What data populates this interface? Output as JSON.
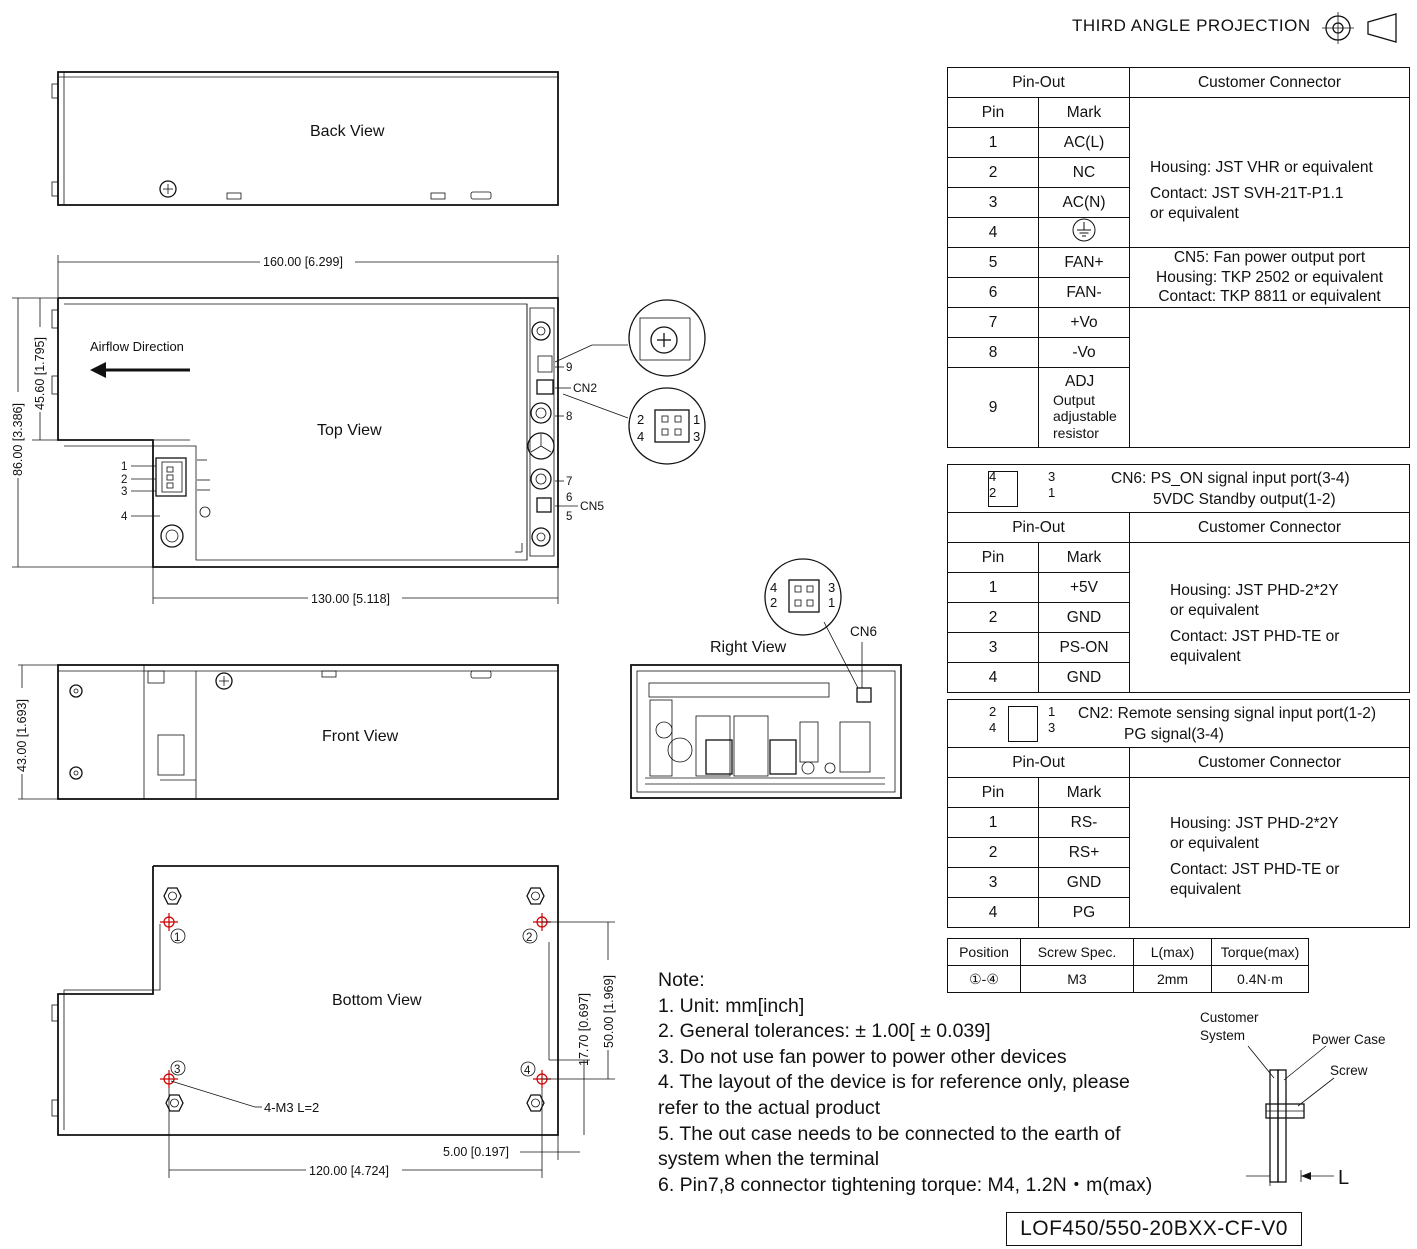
{
  "header": {
    "projection": "THIRD ANGLE PROJECTION"
  },
  "views": {
    "back": "Back View",
    "top": "Top View",
    "front": "Front View",
    "bottom": "Bottom View",
    "right": "Right View",
    "airflow": "Airflow Direction"
  },
  "dimensions": {
    "w160": "160.00 [6.299]",
    "w130": "130.00 [5.118]",
    "h86": "86.00 [3.386]",
    "h45": "45.60 [1.795]",
    "h43": "43.00 [1.693]",
    "w120": "120.00 [4.724]",
    "w5": "5.00 [0.197]",
    "h17": "17.70 [0.697]",
    "h50": "50.00 [1.969]",
    "screw": "4-M3  L=2"
  },
  "callouts": {
    "cn2": "CN2",
    "cn5": "CN5",
    "cn6": "CN6",
    "p9": "9",
    "p8": "8",
    "p7": "7",
    "p6": "6",
    "p5": "5",
    "t1": "1",
    "t2": "2",
    "t3": "3",
    "t4": "4",
    "c1": "1",
    "c2": "2",
    "c3": "3",
    "c4": "4",
    "m1": "1",
    "m2": "2",
    "m3": "3",
    "m4": "4",
    "z1": "2",
    "z2": "1",
    "z3": "4",
    "z4": "3",
    "r1": "4",
    "r2": "3",
    "r3": "2",
    "r4": "1",
    "ln_label": "L"
  },
  "table_main": {
    "h_pinout": "Pin-Out",
    "h_cust": "Customer Connector",
    "h_pin": "Pin",
    "h_mark": "Mark",
    "rows": [
      {
        "pin": "1",
        "mark": "AC(L)"
      },
      {
        "pin": "2",
        "mark": "NC"
      },
      {
        "pin": "3",
        "mark": "AC(N)"
      },
      {
        "pin": "4",
        "mark": "earth-ground-icon"
      },
      {
        "pin": "5",
        "mark": "FAN+"
      },
      {
        "pin": "6",
        "mark": "FAN-"
      },
      {
        "pin": "7",
        "mark": "+Vo"
      },
      {
        "pin": "8",
        "mark": "-Vo"
      },
      {
        "pin": "9",
        "mark": "ADJ"
      }
    ],
    "adj_desc1": "Output",
    "adj_desc2": "adjustable",
    "adj_desc3": "resistor",
    "ac_housing": "Housing: JST VHR or equivalent",
    "ac_contact1": "Contact: JST SVH-21T-P1.1",
    "ac_contact2": "or equivalent",
    "cn5_title": "CN5: Fan power output port",
    "cn5_housing": "Housing: TKP 2502 or equivalent",
    "cn5_contact": "Contact: TKP 8811 or equivalent"
  },
  "table_cn6": {
    "title1": "CN6: PS_ON signal input port(3-4)",
    "title2": "5VDC Standby output(1-2)",
    "h_pinout": "Pin-Out",
    "h_cust": "Customer Connector",
    "h_pin": "Pin",
    "h_mark": "Mark",
    "rows": [
      {
        "pin": "1",
        "mark": "+5V"
      },
      {
        "pin": "2",
        "mark": "GND"
      },
      {
        "pin": "3",
        "mark": "PS-ON"
      },
      {
        "pin": "4",
        "mark": "GND"
      }
    ],
    "housing1": "Housing: JST PHD-2*2Y",
    "housing2": "or equivalent",
    "contact1": "Contact: JST PHD-TE or",
    "contact2": "equivalent"
  },
  "table_cn2": {
    "title1": "CN2: Remote sensing signal input port(1-2)",
    "title2": "PG signal(3-4)",
    "h_pinout": "Pin-Out",
    "h_cust": "Customer Connector",
    "h_pin": "Pin",
    "h_mark": "Mark",
    "rows": [
      {
        "pin": "1",
        "mark": "RS-"
      },
      {
        "pin": "2",
        "mark": "RS+"
      },
      {
        "pin": "3",
        "mark": "GND"
      },
      {
        "pin": "4",
        "mark": "PG"
      }
    ],
    "housing1": "Housing: JST PHD-2*2Y",
    "housing2": "or equivalent",
    "contact1": "Contact: JST PHD-TE or",
    "contact2": "equivalent"
  },
  "table_screw": {
    "h_pos": "Position",
    "h_spec": "Screw Spec.",
    "h_l": "L(max)",
    "h_torque": "Torque(max)",
    "pos": "①-④",
    "spec": "M3",
    "l": "2mm",
    "torque": "0.4N·m"
  },
  "notes": {
    "title": "Note:",
    "n1": "1. Unit: mm[inch]",
    "n2": "2. General tolerances:  ± 1.00[ ± 0.039]",
    "n3": "3. Do not use fan power to power other devices",
    "n4a": "4. The layout of the device is for reference only, please",
    "n4b": "refer to the actual product",
    "n5a": "5. The out case needs to be connected to the earth of",
    "n5b": "system when the terminal",
    "n6": "6. Pin7,8 connector tightening torque: M4, 1.2N・m(max)"
  },
  "screw_detail": {
    "customer1": "Customer",
    "customer2": "System",
    "power_case": "Power Case",
    "screw": "Screw"
  },
  "model": "LOF450/550-20BXX-CF-V0"
}
